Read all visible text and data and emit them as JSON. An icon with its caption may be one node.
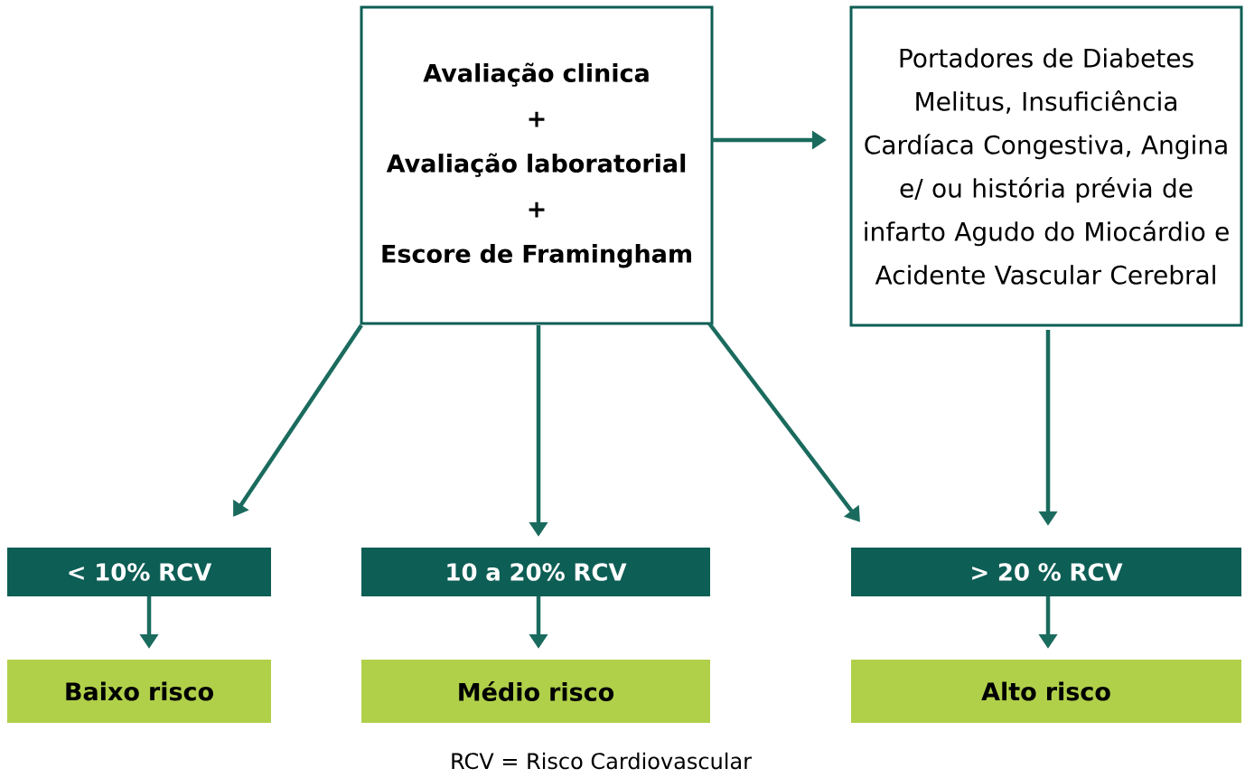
{
  "diagram": {
    "nodes": [
      {
        "text": [
          "Avaliação clinica",
          "+",
          "Avaliação laboratorial",
          "+",
          "Escore de Framingham"
        ]
      },
      {
        "text": [
          "Portadores de Diabetes Melitus, Insuficiência Cardíaca  Congestiva, Angina e/ ou história prévia de infarto Agudo do Miocárdio e Acidente Vascular Cerebral"
        ]
      },
      {
        "text": [
          "< 10% RCV"
        ]
      },
      {
        "text": [
          "10 a 20% RCV"
        ]
      },
      {
        "text": [
          "> 20 % RCV"
        ]
      },
      {
        "text": [
          "Baixo risco"
        ]
      },
      {
        "text": [
          "Médio risco"
        ]
      },
      {
        "text": [
          "Alto risco"
        ]
      }
    ],
    "edges": [
      {
        "from": 0,
        "to": 1,
        "arrow": "to"
      },
      {
        "from": 0,
        "to": 2,
        "arrow": "to"
      },
      {
        "from": 0,
        "to": 3,
        "arrow": "to"
      },
      {
        "from": 0,
        "to": 4,
        "arrow": "to"
      },
      {
        "from": 1,
        "to": 4,
        "arrow": "to"
      },
      {
        "from": 2,
        "to": 5,
        "arrow": "to"
      },
      {
        "from": 3,
        "to": 6,
        "arrow": "to"
      },
      {
        "from": 4,
        "to": 7,
        "arrow": "to"
      }
    ],
    "labels": [
      "RCV = Risco Cardiovascular"
    ]
  }
}
